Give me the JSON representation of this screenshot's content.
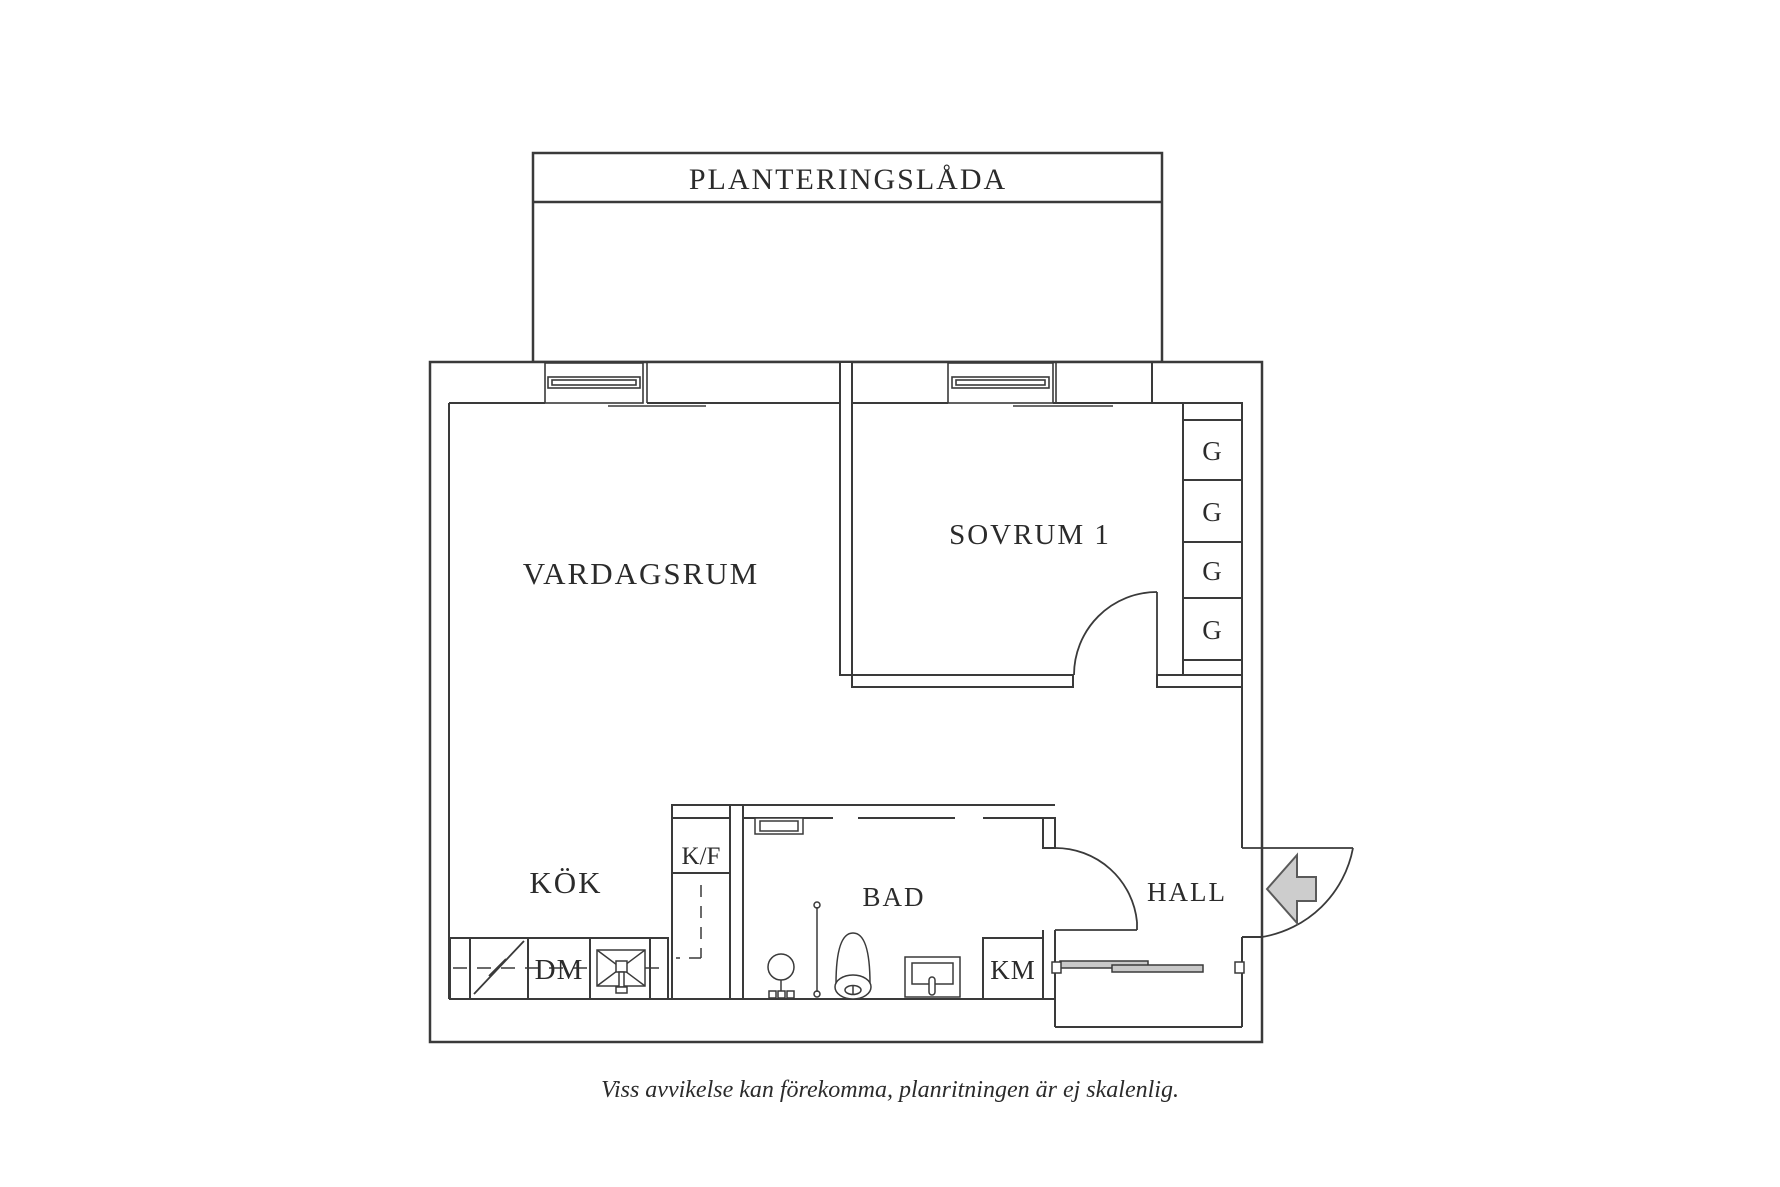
{
  "floorplan": {
    "planter_label": "PLANTERINGSLÅDA",
    "rooms": {
      "living_room": "VARDAGSRUM",
      "bedroom": "SOVRUM 1",
      "kitchen": "KÖK",
      "bathroom": "BAD",
      "hall": "HALL"
    },
    "units": {
      "fridge_freezer": "K/F",
      "dishwasher": "DM",
      "washing_machine": "KM"
    },
    "closets": [
      "G",
      "G",
      "G",
      "G"
    ],
    "disclaimer": "Viss avvikelse kan förekomma, planritningen är ej skalenlig.",
    "colors": {
      "line": "#3a3a3a",
      "text": "#2b2b2b",
      "door_fill": "#cdcdcd",
      "background": "#ffffff"
    }
  }
}
